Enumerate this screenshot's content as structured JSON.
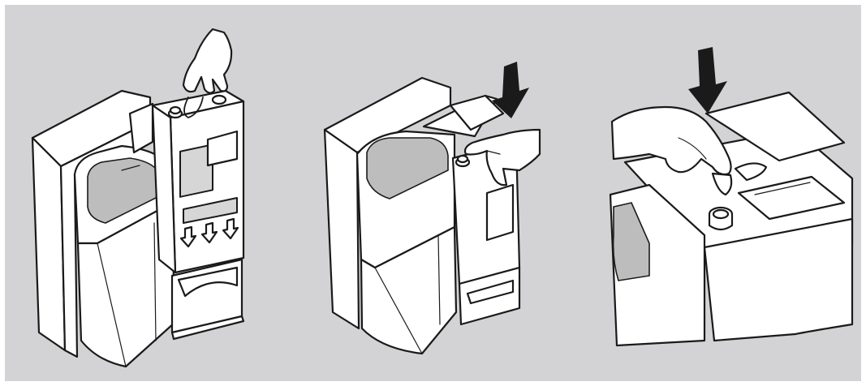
{
  "figure": {
    "panel_background": "#d3d3d5",
    "line_color": "#1a1a1a",
    "steps": [
      {
        "id": "step-1",
        "icons": [
          "hand-icon",
          "cartridge-icon",
          "down-arrow-icon"
        ]
      },
      {
        "id": "step-2",
        "icons": [
          "hand-icon",
          "down-arrow-icon"
        ]
      },
      {
        "id": "step-3",
        "icons": [
          "hand-icon",
          "down-arrow-icon",
          "cap-icon"
        ]
      }
    ]
  }
}
